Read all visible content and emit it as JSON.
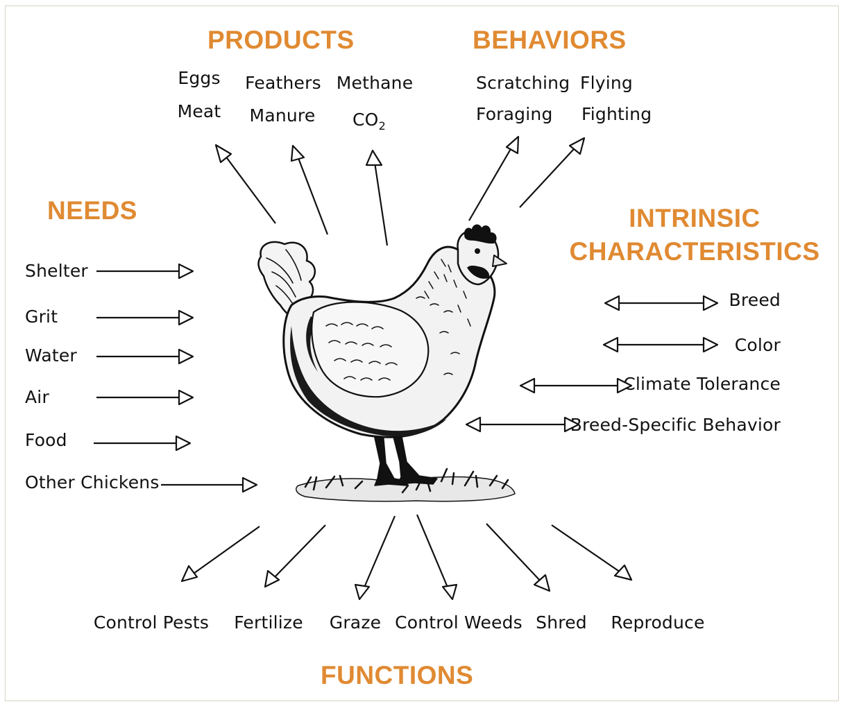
{
  "colors": {
    "heading": "#e08a32",
    "ink": "#111111",
    "frame": "#d9d3c6"
  },
  "headings": {
    "products": "PRODUCTS",
    "behaviors": "BEHAVIORS",
    "needs": "NEEDS",
    "intrinsic_line1": "INTRINSIC",
    "intrinsic_line2": "CHARACTERISTICS",
    "functions": "FUNCTIONS"
  },
  "products": {
    "eggs": "Eggs",
    "feathers": "Feathers",
    "methane": "Methane",
    "meat": "Meat",
    "manure": "Manure",
    "co2_main": "CO",
    "co2_sub": "2"
  },
  "behaviors": [
    "Scratching",
    "Flying",
    "Foraging",
    "Fighting"
  ],
  "needs": [
    "Shelter",
    "Grit",
    "Water",
    "Air",
    "Food",
    "Other Chickens"
  ],
  "intrinsic": [
    "Breed",
    "Color",
    "Climate Tolerance",
    "Breed-Specific Behavior"
  ],
  "functions": [
    "Control Pests",
    "Fertilize",
    "Graze",
    "Control Weeds",
    "Shred",
    "Reproduce"
  ],
  "illustration": "hen-illustration"
}
